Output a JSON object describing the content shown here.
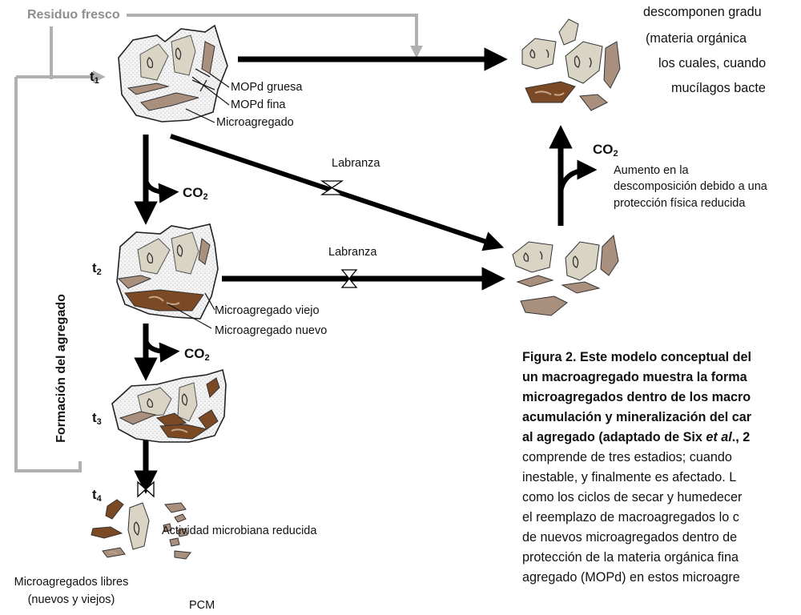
{
  "inputs": {
    "fresh_residue": "Residuo fresco"
  },
  "time_labels": [
    "t",
    "t",
    "t",
    "t"
  ],
  "time_subscripts": [
    "1",
    "2",
    "3",
    "4"
  ],
  "labels": {
    "mopd_gruesa": "MOPd gruesa",
    "mopd_fina": "MOPd fina",
    "microagregado": "Microagregado",
    "microagregado_viejo": "Microagregado viejo",
    "microagregado_nuevo": "Microagregado nuevo",
    "labranza_1": "Labranza",
    "labranza_2": "Labranza",
    "actividad_microbiana": "Actividad microbiana reducida",
    "microagregados_libres_1": "Microagregados libres",
    "microagregados_libres_2": "(nuevos y viejos)",
    "pcm": "PCM",
    "formacion": "Formación del agregado",
    "aumento_1": "Aumento en la",
    "aumento_2": "descomposición debido a una",
    "aumento_3": "protección física reducida"
  },
  "co2": {
    "text": "CO",
    "sub": "2"
  },
  "top_right_text": {
    "line1": "descomponen gradu",
    "line2": "(materia orgánica",
    "line3": "los cuales, cuando",
    "line4": "mucílagos bacte"
  },
  "caption": {
    "line1": "Figura 2. Este modelo conceptual del",
    "line2": "un macroagregado muestra la forma",
    "line3": "microagregados dentro de los macro",
    "line4": "acumulación y mineralización del car",
    "line5_a": "al agregado (adaptado de Six ",
    "line5_b": "et al",
    "line5_c": "., 2",
    "line6": "comprende de tres estadios; cuando",
    "line7": "inestable, y finalmente es afectado. L",
    "line8": "como los ciclos de secar y humedecer",
    "line9": "el reemplazo de macroagregados lo c",
    "line10": "de nuevos microagregados dentro de",
    "line11": "protección de la materia orgánica fina",
    "line12": "agregado (MOPd) en estos microagre"
  },
  "colors": {
    "aggregate_fill": "#efefef",
    "old_micro": "#d9d4c4",
    "mopd_light": "#a88f7e",
    "mopd_dark": "#7b4a24",
    "grey_arrow": "#b0b0b0",
    "black": "#000000"
  }
}
